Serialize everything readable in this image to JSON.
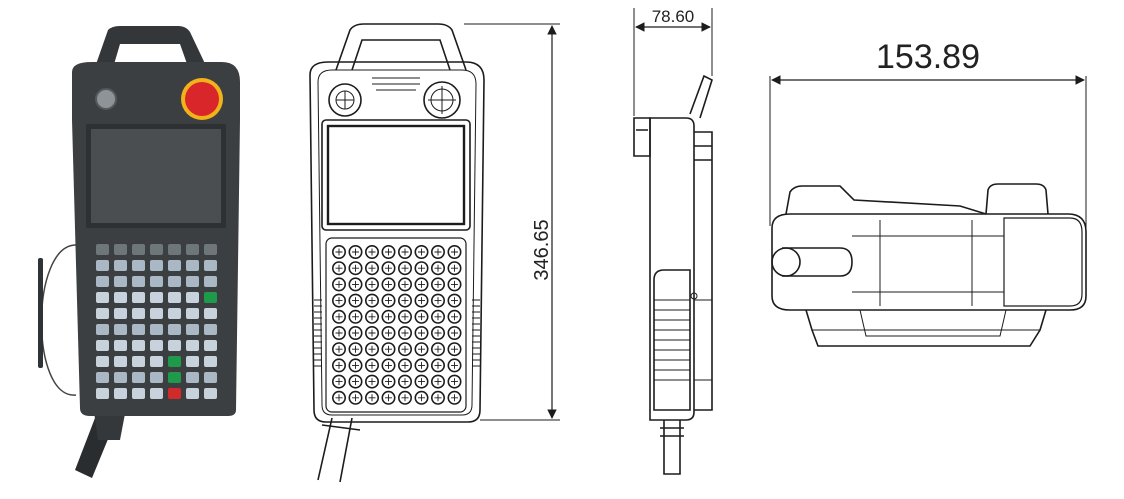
{
  "dimensions": {
    "height": "346.65",
    "depth": "78.60",
    "width": "153.89"
  },
  "device_rows": [
    {
      "keys": 7,
      "color": "#6f7679"
    },
    {
      "keys": 7,
      "color": "#aab8c6"
    },
    {
      "keys": 7,
      "color": "#aab8c6"
    },
    {
      "keys": 7,
      "color": "#c7d2dc"
    },
    {
      "keys": 7,
      "color": "#c7d2dc"
    },
    {
      "keys": 7,
      "color": "#aab8c6"
    },
    {
      "keys": 7,
      "color": "#c7d2dc"
    },
    {
      "keys": 7,
      "color": "#c7d2dc"
    },
    {
      "keys": 7,
      "color": "#aab8c6"
    },
    {
      "keys": 7,
      "color": "#c7d2dc"
    }
  ],
  "outline_key_rows": 10,
  "outline_key_cols": 8,
  "colors": {
    "body": "#3b3f42",
    "screen": "#4a4e51",
    "estop": "#d9262a",
    "estop_ring": "#f2b21a",
    "green_key": "#1f9a4a",
    "red_key": "#d02a2a",
    "line": "#1c1c1c"
  }
}
